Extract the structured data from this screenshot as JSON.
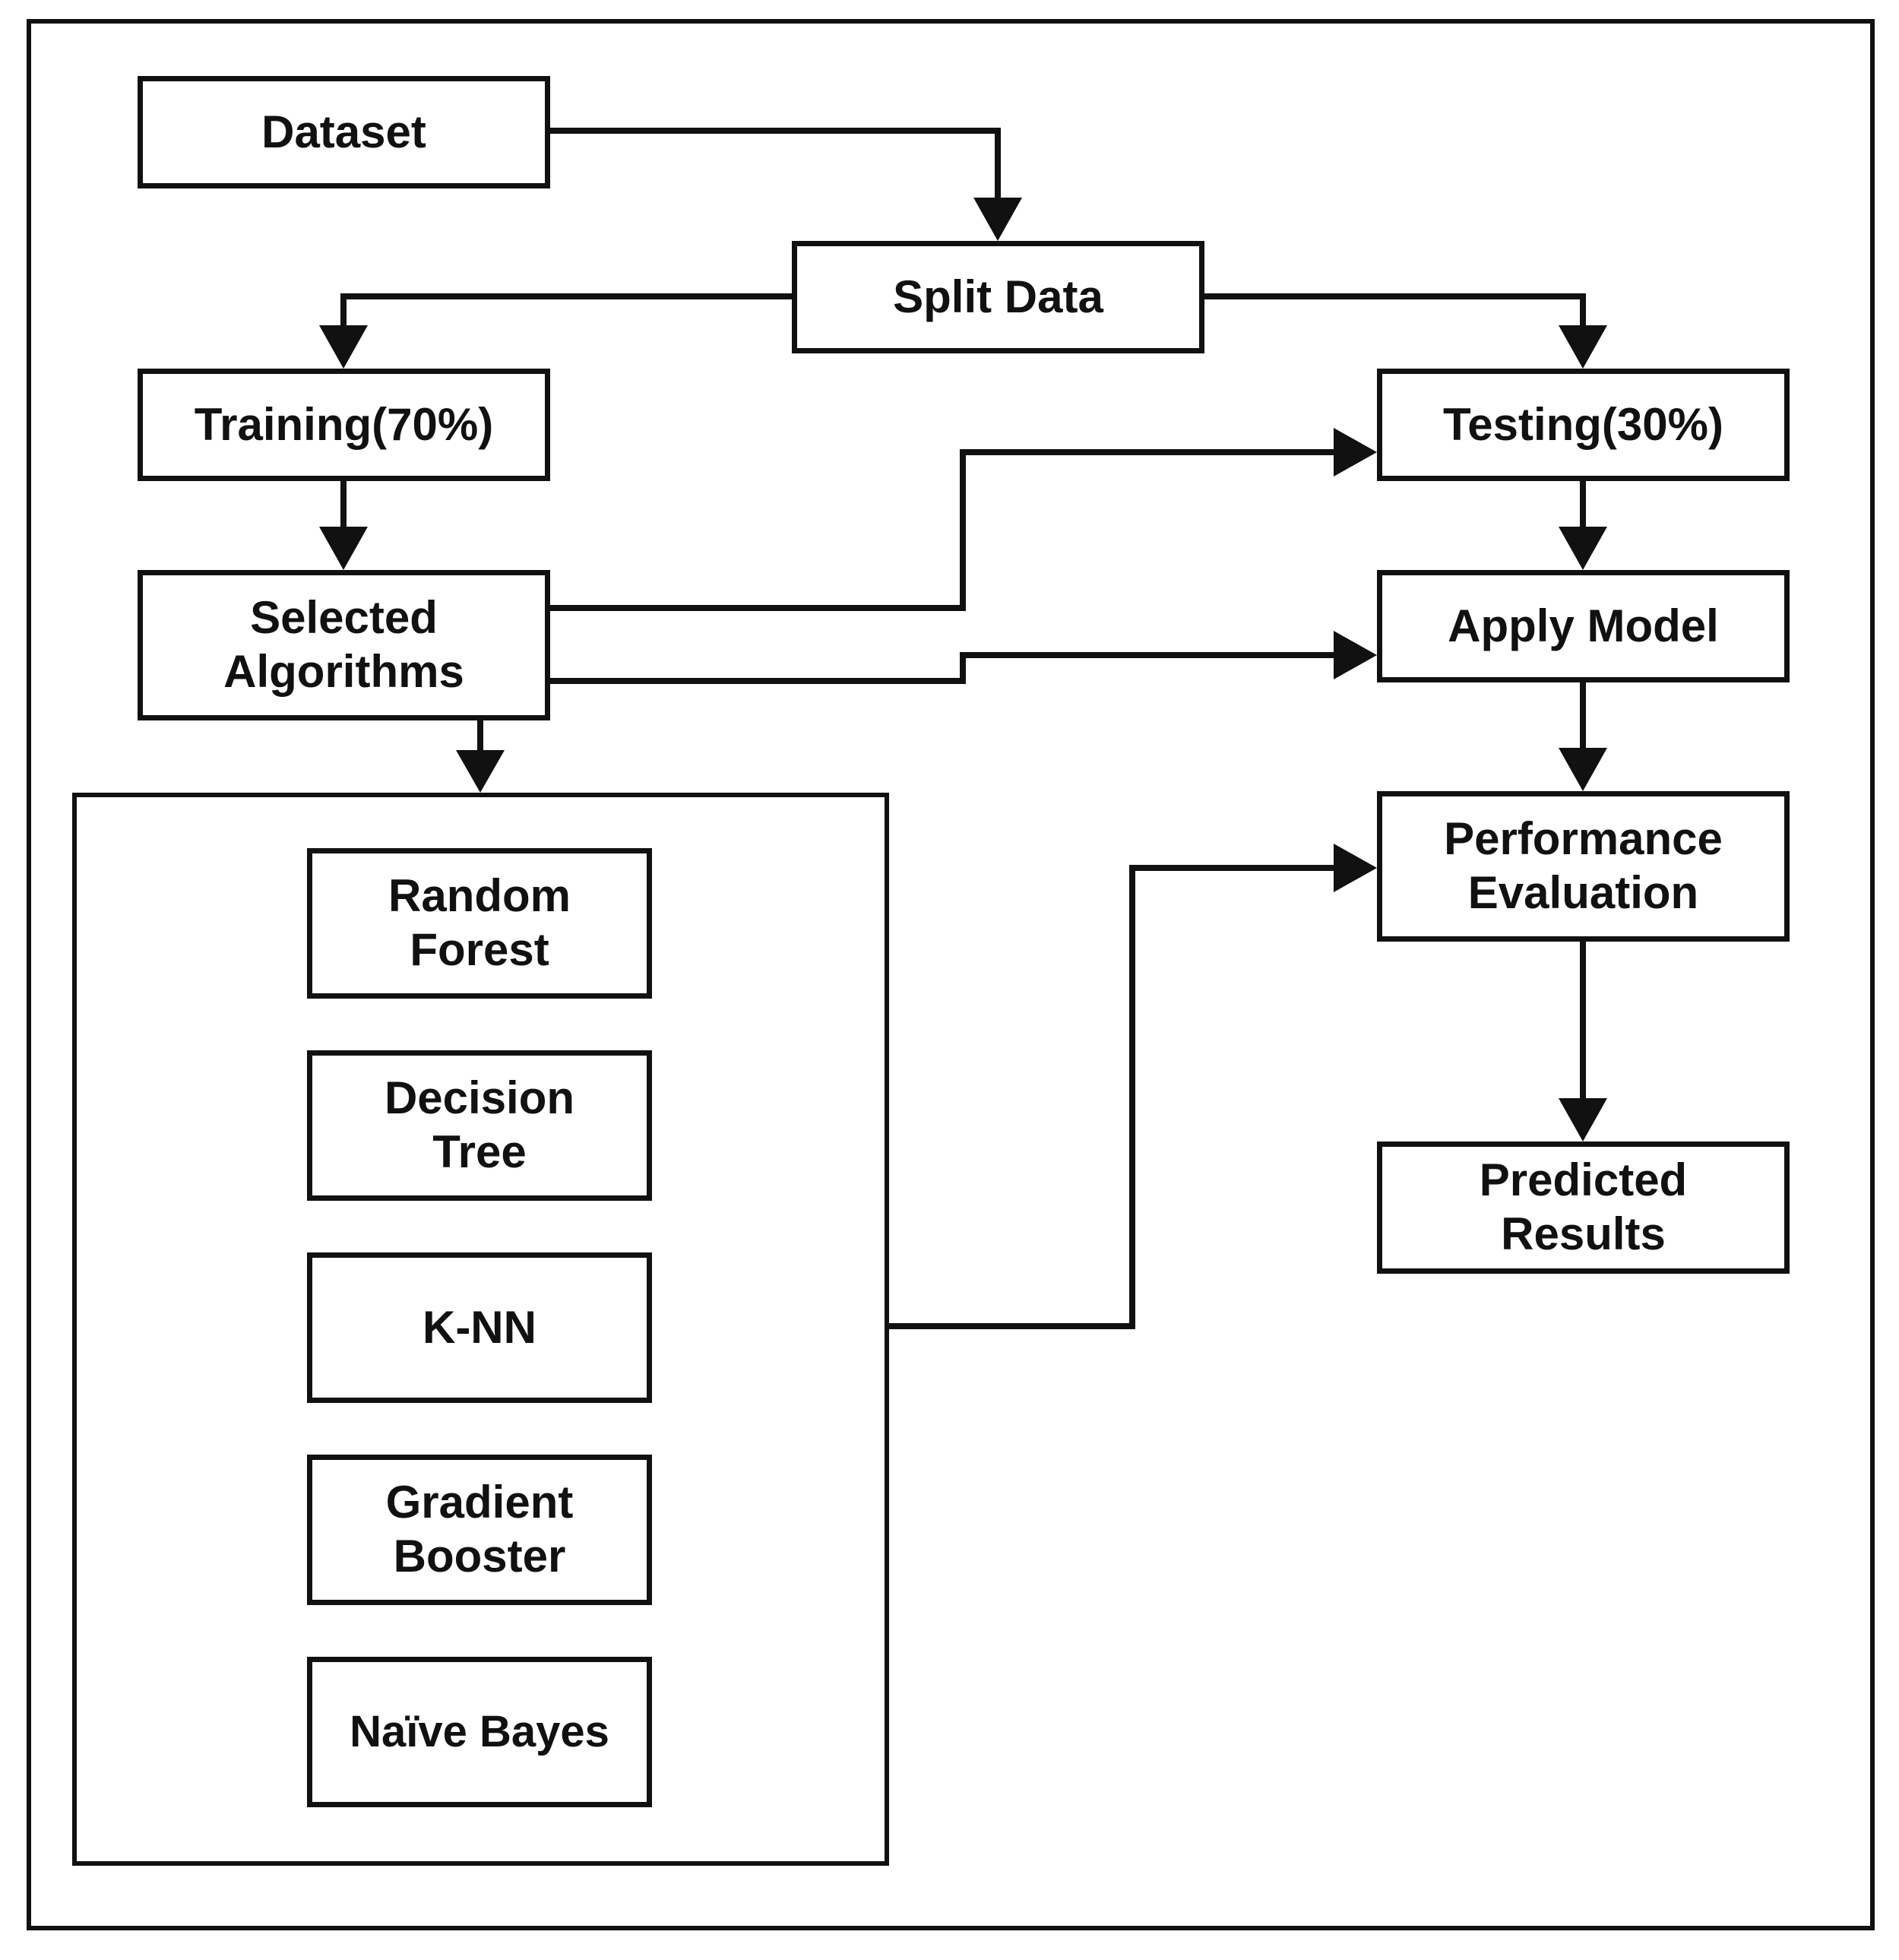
{
  "nodes": {
    "dataset": "Dataset",
    "split_data": "Split Data",
    "training": "Training(70%)",
    "testing": "Testing(30%)",
    "selected_algorithms": "Selected\nAlgorithms",
    "apply_model": "Apply Model",
    "performance_evaluation": "Performance\nEvaluation",
    "predicted_results": "Predicted\nResults"
  },
  "algorithms": {
    "random_forest": "Random\nForest",
    "decision_tree": "Decision\nTree",
    "knn": "K-NN",
    "gradient_booster": "Gradient\nBooster",
    "naive_bayes": "Naïve Bayes"
  },
  "colors": {
    "stroke": "#111111",
    "background": "#ffffff"
  }
}
